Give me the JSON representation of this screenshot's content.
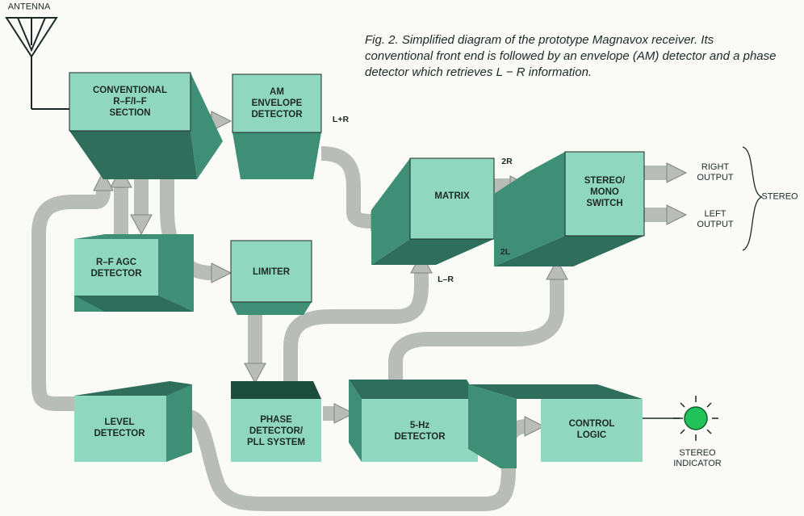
{
  "caption": "Fig. 2. Simplified diagram of the prototype Magnavox receiver. Its conventional front end is followed by an envelope (AM) detector and a phase detector which retrieves L − R information.",
  "colors": {
    "block_face": "#8fd8bf",
    "block_side": "#3f8f76",
    "block_top": "#2f6e5a",
    "block_dark": "#1d4d3d",
    "arrow": "#b9bdb7",
    "arrow_edge": "#7f847e",
    "led": "#22c25a"
  },
  "blocks": {
    "rf_if": "CONVENTIONAL\nR–F/I–F\nSECTION",
    "am_detector": "AM\nENVELOPE\nDETECTOR",
    "matrix": "MATRIX",
    "stereo_switch": "STEREO/\nMONO\nSWITCH",
    "rf_agc": "R–F AGC\nDETECTOR",
    "limiter": "LIMITER",
    "phase_detector": "PHASE\nDETECTOR/\nPLL SYSTEM",
    "five_hz": "5-Hz\nDETECTOR",
    "control_logic": "CONTROL\nLOGIC",
    "level_detector": "LEVEL\nDETECTOR"
  },
  "signals": {
    "l_plus_r": "L+R",
    "l_minus_r": "L–R",
    "two_r": "2R",
    "two_l": "2L"
  },
  "labels": {
    "antenna": "ANTENNA",
    "right_output": "RIGHT\nOUTPUT",
    "left_output": "LEFT\nOUTPUT",
    "stereo": "STEREO",
    "stereo_indicator": "STEREO\nINDICATOR"
  }
}
